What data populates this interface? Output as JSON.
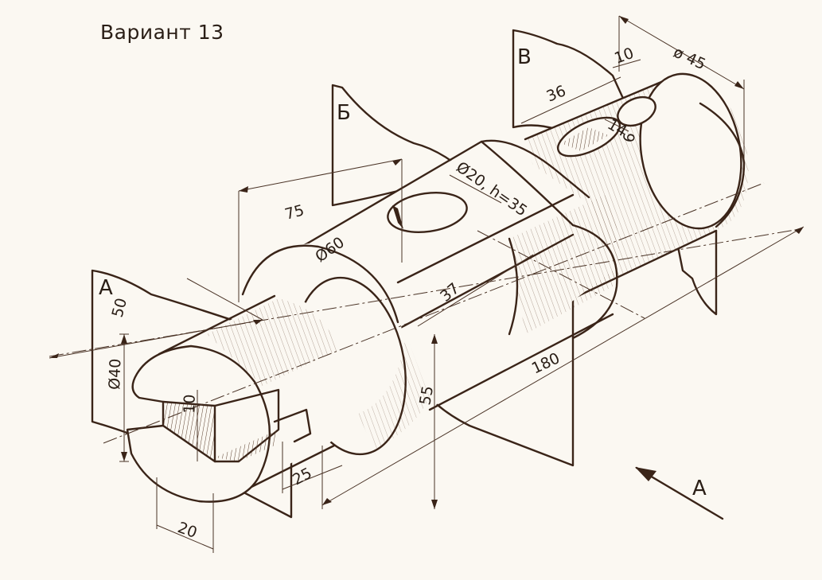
{
  "title": "Вариант 13",
  "planes": {
    "a": "А",
    "b": "Б",
    "v": "В"
  },
  "view_label": "А",
  "dimensions": {
    "d40": "Ø40",
    "len50": "50",
    "d10": "10",
    "w20": "20",
    "len25": "25",
    "h55": "55",
    "len75": "75",
    "d60": "Ø60",
    "hole": "Ø20, h=35",
    "len37": "37",
    "len180": "180",
    "len36": "36",
    "len10": "10",
    "d45": "ø 45",
    "len14": "14",
    "len6": "6"
  }
}
